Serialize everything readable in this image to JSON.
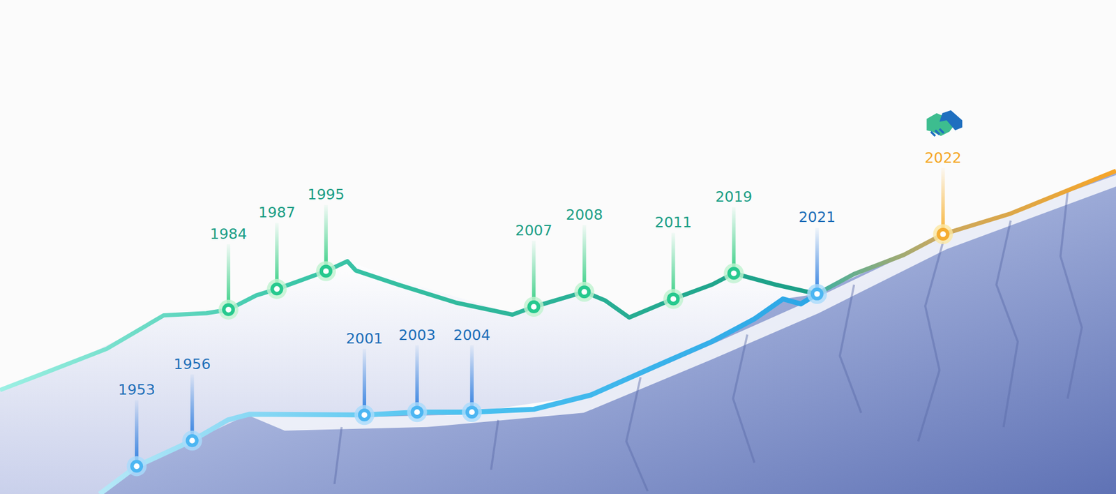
{
  "diagram": {
    "labels": [
      "1953",
      "1956",
      "1984",
      "1987",
      "1995",
      "2001",
      "2003",
      "2004",
      "2007",
      "2008",
      "2011",
      "2019",
      "2021",
      "2022"
    ]
  }
}
